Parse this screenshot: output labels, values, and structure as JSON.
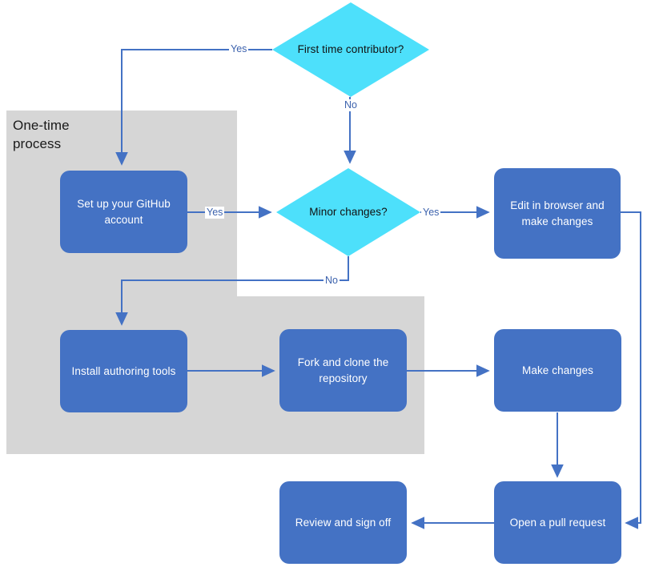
{
  "diagram": {
    "title": "GitHub contribution workflow flowchart",
    "colors": {
      "process_fill": "#4472C4",
      "process_text": "#FFFFFF",
      "decision_fill": "#4DE0FB",
      "decision_text": "#111111",
      "group_fill": "#D6D6D6",
      "connector": "#4472C4",
      "edge_label_text": "#3C62AD",
      "background": "#FFFFFF"
    },
    "group": {
      "label": "One-time\nprocess"
    },
    "decisions": [
      {
        "id": "first-time-contributor",
        "text": "First time contributor?"
      },
      {
        "id": "minor-changes",
        "text": "Minor changes?"
      }
    ],
    "nodes": [
      {
        "id": "setup-github-account",
        "text": "Set up your GitHub account"
      },
      {
        "id": "edit-in-browser",
        "text": "Edit in browser and make changes"
      },
      {
        "id": "install-authoring-tools",
        "text": "Install authoring tools"
      },
      {
        "id": "fork-and-clone",
        "text": "Fork and clone the repository"
      },
      {
        "id": "make-changes",
        "text": "Make changes"
      },
      {
        "id": "review-and-sign-off",
        "text": "Review and sign off"
      },
      {
        "id": "open-pull-request",
        "text": "Open a pull request"
      }
    ],
    "edge_labels": {
      "first_time_yes": "Yes",
      "first_time_no": "No",
      "setup_yes": "Yes",
      "minor_yes": "Yes",
      "minor_no": "No"
    }
  }
}
